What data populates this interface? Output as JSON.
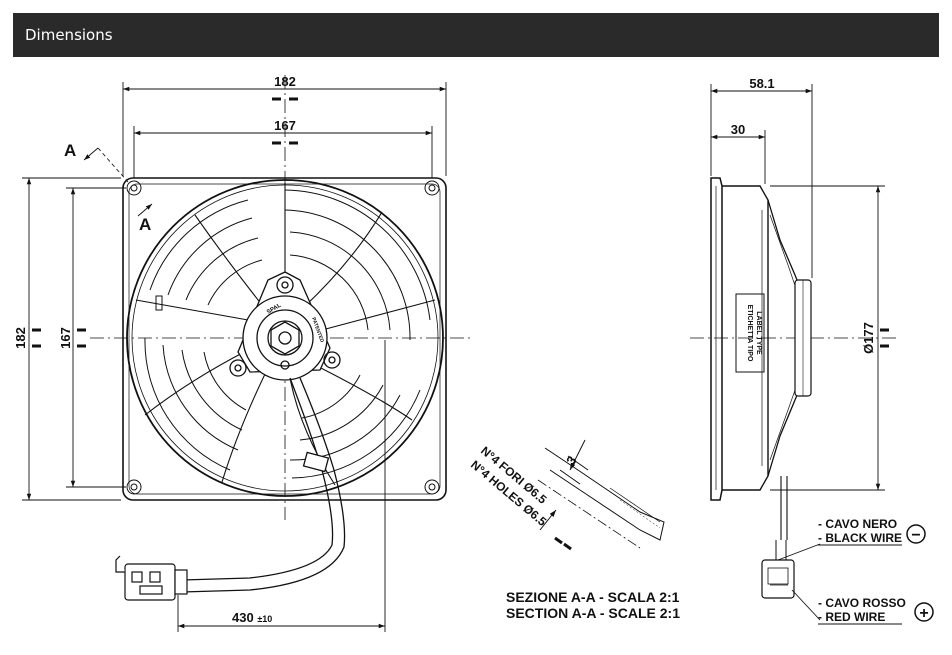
{
  "header": {
    "title": "Dimensions"
  },
  "front_view": {
    "dim_width_outer": "182",
    "dim_width_inner": "167",
    "dim_height_outer": "182",
    "dim_height_inner": "167",
    "section_mark": "A",
    "brand": "SPAL",
    "hub_label": "PATENTED",
    "cable_length": "430",
    "cable_tolerance": "±10"
  },
  "side_view": {
    "dim_depth_total": "58.1",
    "dim_depth_frame": "30",
    "dim_diameter": "Ø177",
    "label_it": "ETICHETTA TIPO",
    "label_en": "LABEL TYPE"
  },
  "section_view": {
    "holes_it": "N°4 FORI Ø6.5",
    "holes_en": "N°4 HOLES Ø6.5",
    "dim_thickness": "3",
    "title_it": "SEZIONE A-A - SCALA 2:1",
    "title_en": "SECTION A-A - SCALE 2:1"
  },
  "wiring": {
    "black_it": "- CAVO NERO",
    "black_en": "- BLACK WIRE",
    "black_symbol": "−",
    "red_it": "- CAVO ROSSO",
    "red_en": "- RED WIRE",
    "red_symbol": "+"
  }
}
